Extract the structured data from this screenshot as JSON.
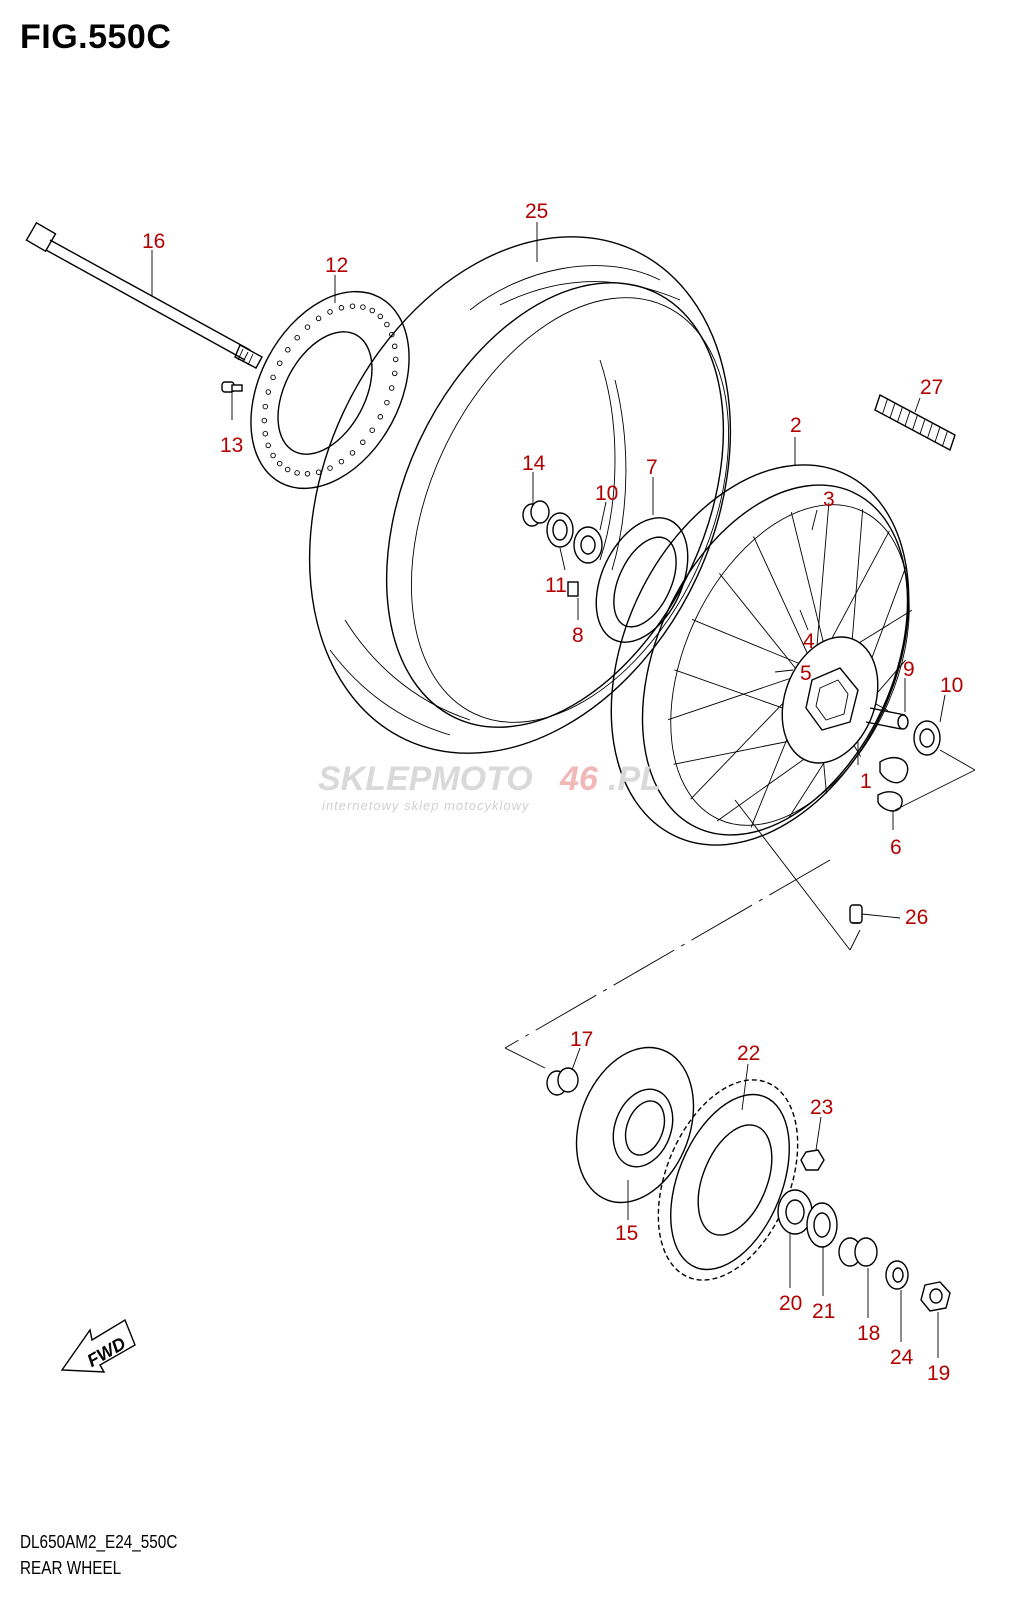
{
  "figure": {
    "title": "FIG.550C",
    "model_code": "DL650AM2_E24_550C",
    "section_name": "REAR WHEEL"
  },
  "watermark": {
    "brand_gray": "SKLEPMOTO",
    "brand_red": "46",
    "brand_suffix": ".PL",
    "tagline": "internetowy sklep motocyklowy"
  },
  "fwd_label": "FWD",
  "callouts": {
    "c1": "1",
    "c2": "2",
    "c3": "3",
    "c4": "4",
    "c5": "5",
    "c6": "6",
    "c7": "7",
    "c8": "8",
    "c9": "9",
    "c10a": "10",
    "c10b": "10",
    "c11": "11",
    "c12": "12",
    "c13": "13",
    "c14": "14",
    "c15": "15",
    "c16": "16",
    "c17": "17",
    "c18": "18",
    "c19": "19",
    "c20": "20",
    "c21": "21",
    "c22": "22",
    "c23": "23",
    "c24": "24",
    "c25": "25",
    "c26": "26",
    "c27": "27"
  },
  "colors": {
    "callout": "#b30000",
    "line": "#000000"
  }
}
